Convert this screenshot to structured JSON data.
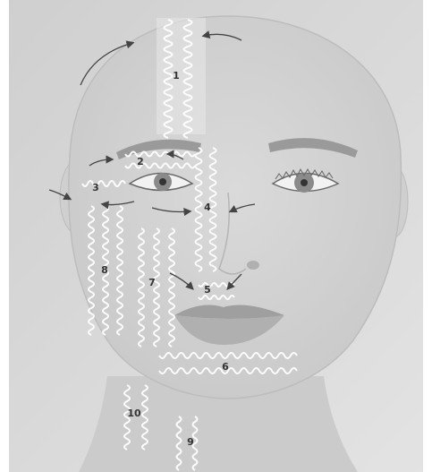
{
  "figure": {
    "background": "#dcdcdc",
    "skin": "#d0d0d0",
    "coil_color": "#ffffff",
    "arrow_color": "#444444"
  },
  "zones": [
    {
      "id": "1",
      "label": "1"
    },
    {
      "id": "2",
      "label": "2"
    },
    {
      "id": "3",
      "label": "3"
    },
    {
      "id": "4",
      "label": "4"
    },
    {
      "id": "5",
      "label": "5"
    },
    {
      "id": "6",
      "label": "6"
    },
    {
      "id": "7",
      "label": "7"
    },
    {
      "id": "8",
      "label": "8"
    },
    {
      "id": "9",
      "label": "9"
    },
    {
      "id": "10",
      "label": "10"
    }
  ]
}
